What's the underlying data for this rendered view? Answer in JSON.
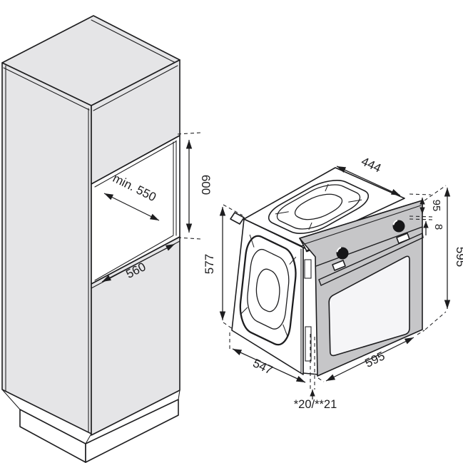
{
  "title": "Built-in oven installation dimensions diagram",
  "colors": {
    "line": "#1d1d1f",
    "cabinet_fill": "#e5e5e7",
    "door_fill": "#c6c6c8",
    "window_fill": "#f5f5f7",
    "body_fill": "#ffffff"
  },
  "cabinet": {
    "niche_depth": "min. 550",
    "niche_height": "600",
    "niche_width": "560"
  },
  "oven": {
    "top_width": "444",
    "panel_height": "95",
    "overhang": "8",
    "door_height": "595",
    "body_height": "577",
    "body_depth": "547",
    "door_width": "595",
    "gap_note": "*20/**21"
  }
}
